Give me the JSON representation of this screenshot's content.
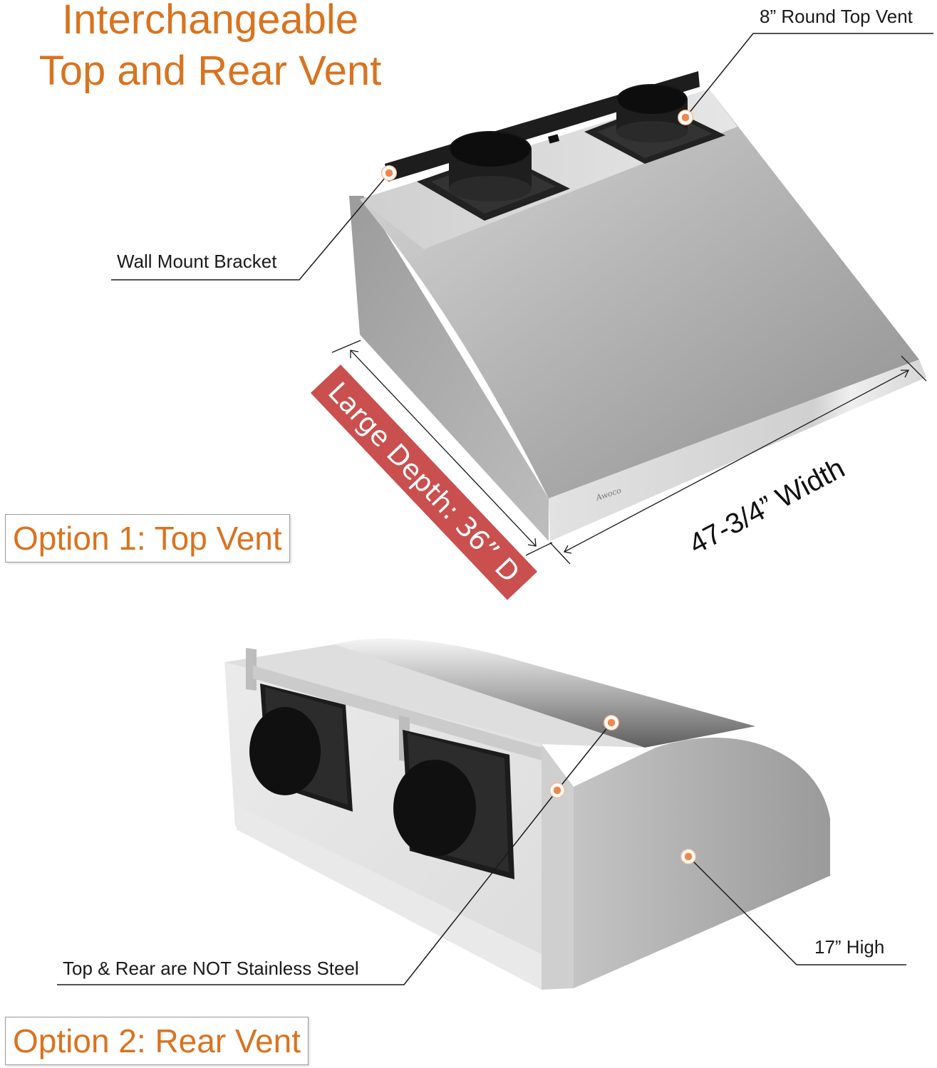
{
  "header": {
    "title_line1": "Interchangeable",
    "title_line2": "Top and Rear Vent"
  },
  "option1": {
    "label": "Option 1: Top Vent",
    "callouts": {
      "top_vent": "8” Round Top Vent",
      "bracket": "Wall Mount Bracket"
    },
    "dimensions": {
      "depth": "Large Depth: 36” D",
      "width": "47-3/4” Width"
    },
    "brand_mark": "Awoco"
  },
  "option2": {
    "label": "Option 2: Rear Vent",
    "callouts": {
      "material": "Top & Rear are NOT Stainless Steel",
      "height": "17” High"
    }
  },
  "colors": {
    "accent_orange": "#d9731f",
    "depth_badge_red": "#c9504e",
    "callout_dot": "#f0874a",
    "text": "#1a1a1a"
  }
}
